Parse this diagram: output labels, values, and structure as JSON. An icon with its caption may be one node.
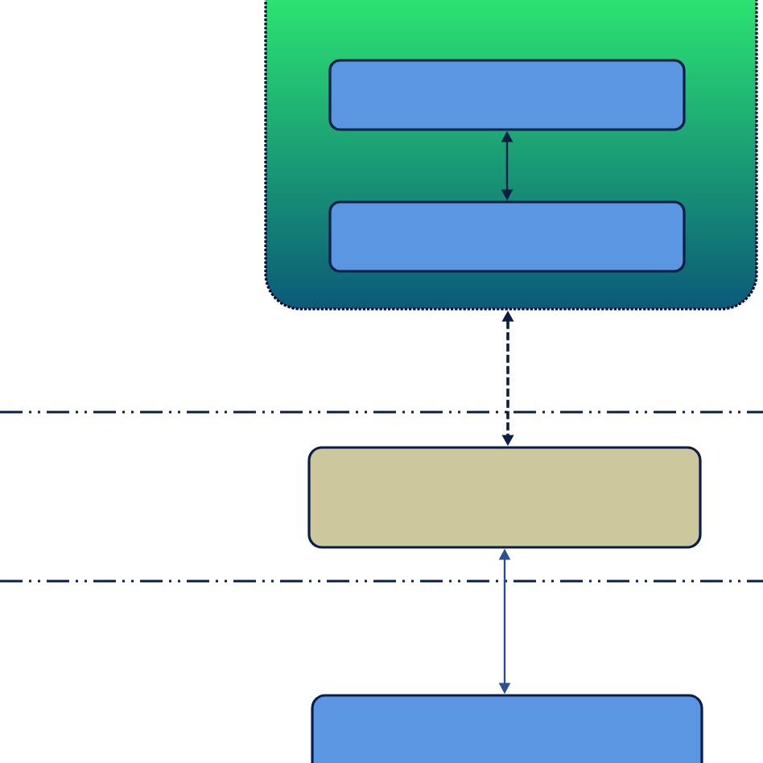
{
  "diagram": {
    "nodes": [
      {
        "text": [],
        "shape": "box"
      },
      {
        "text": [],
        "shape": "box",
        "in": 0
      },
      {
        "text": [],
        "shape": "box",
        "in": 0
      },
      {
        "text": [],
        "shape": "box"
      },
      {
        "text": [],
        "shape": "box"
      }
    ],
    "edges": [
      {
        "from": 1,
        "to": 2,
        "arrow": "both"
      },
      {
        "from": 0,
        "to": 3,
        "arrow": "both",
        "style": "dashed"
      },
      {
        "from": 3,
        "to": 4,
        "arrow": "both",
        "color": "#2b4f94"
      }
    ]
  }
}
